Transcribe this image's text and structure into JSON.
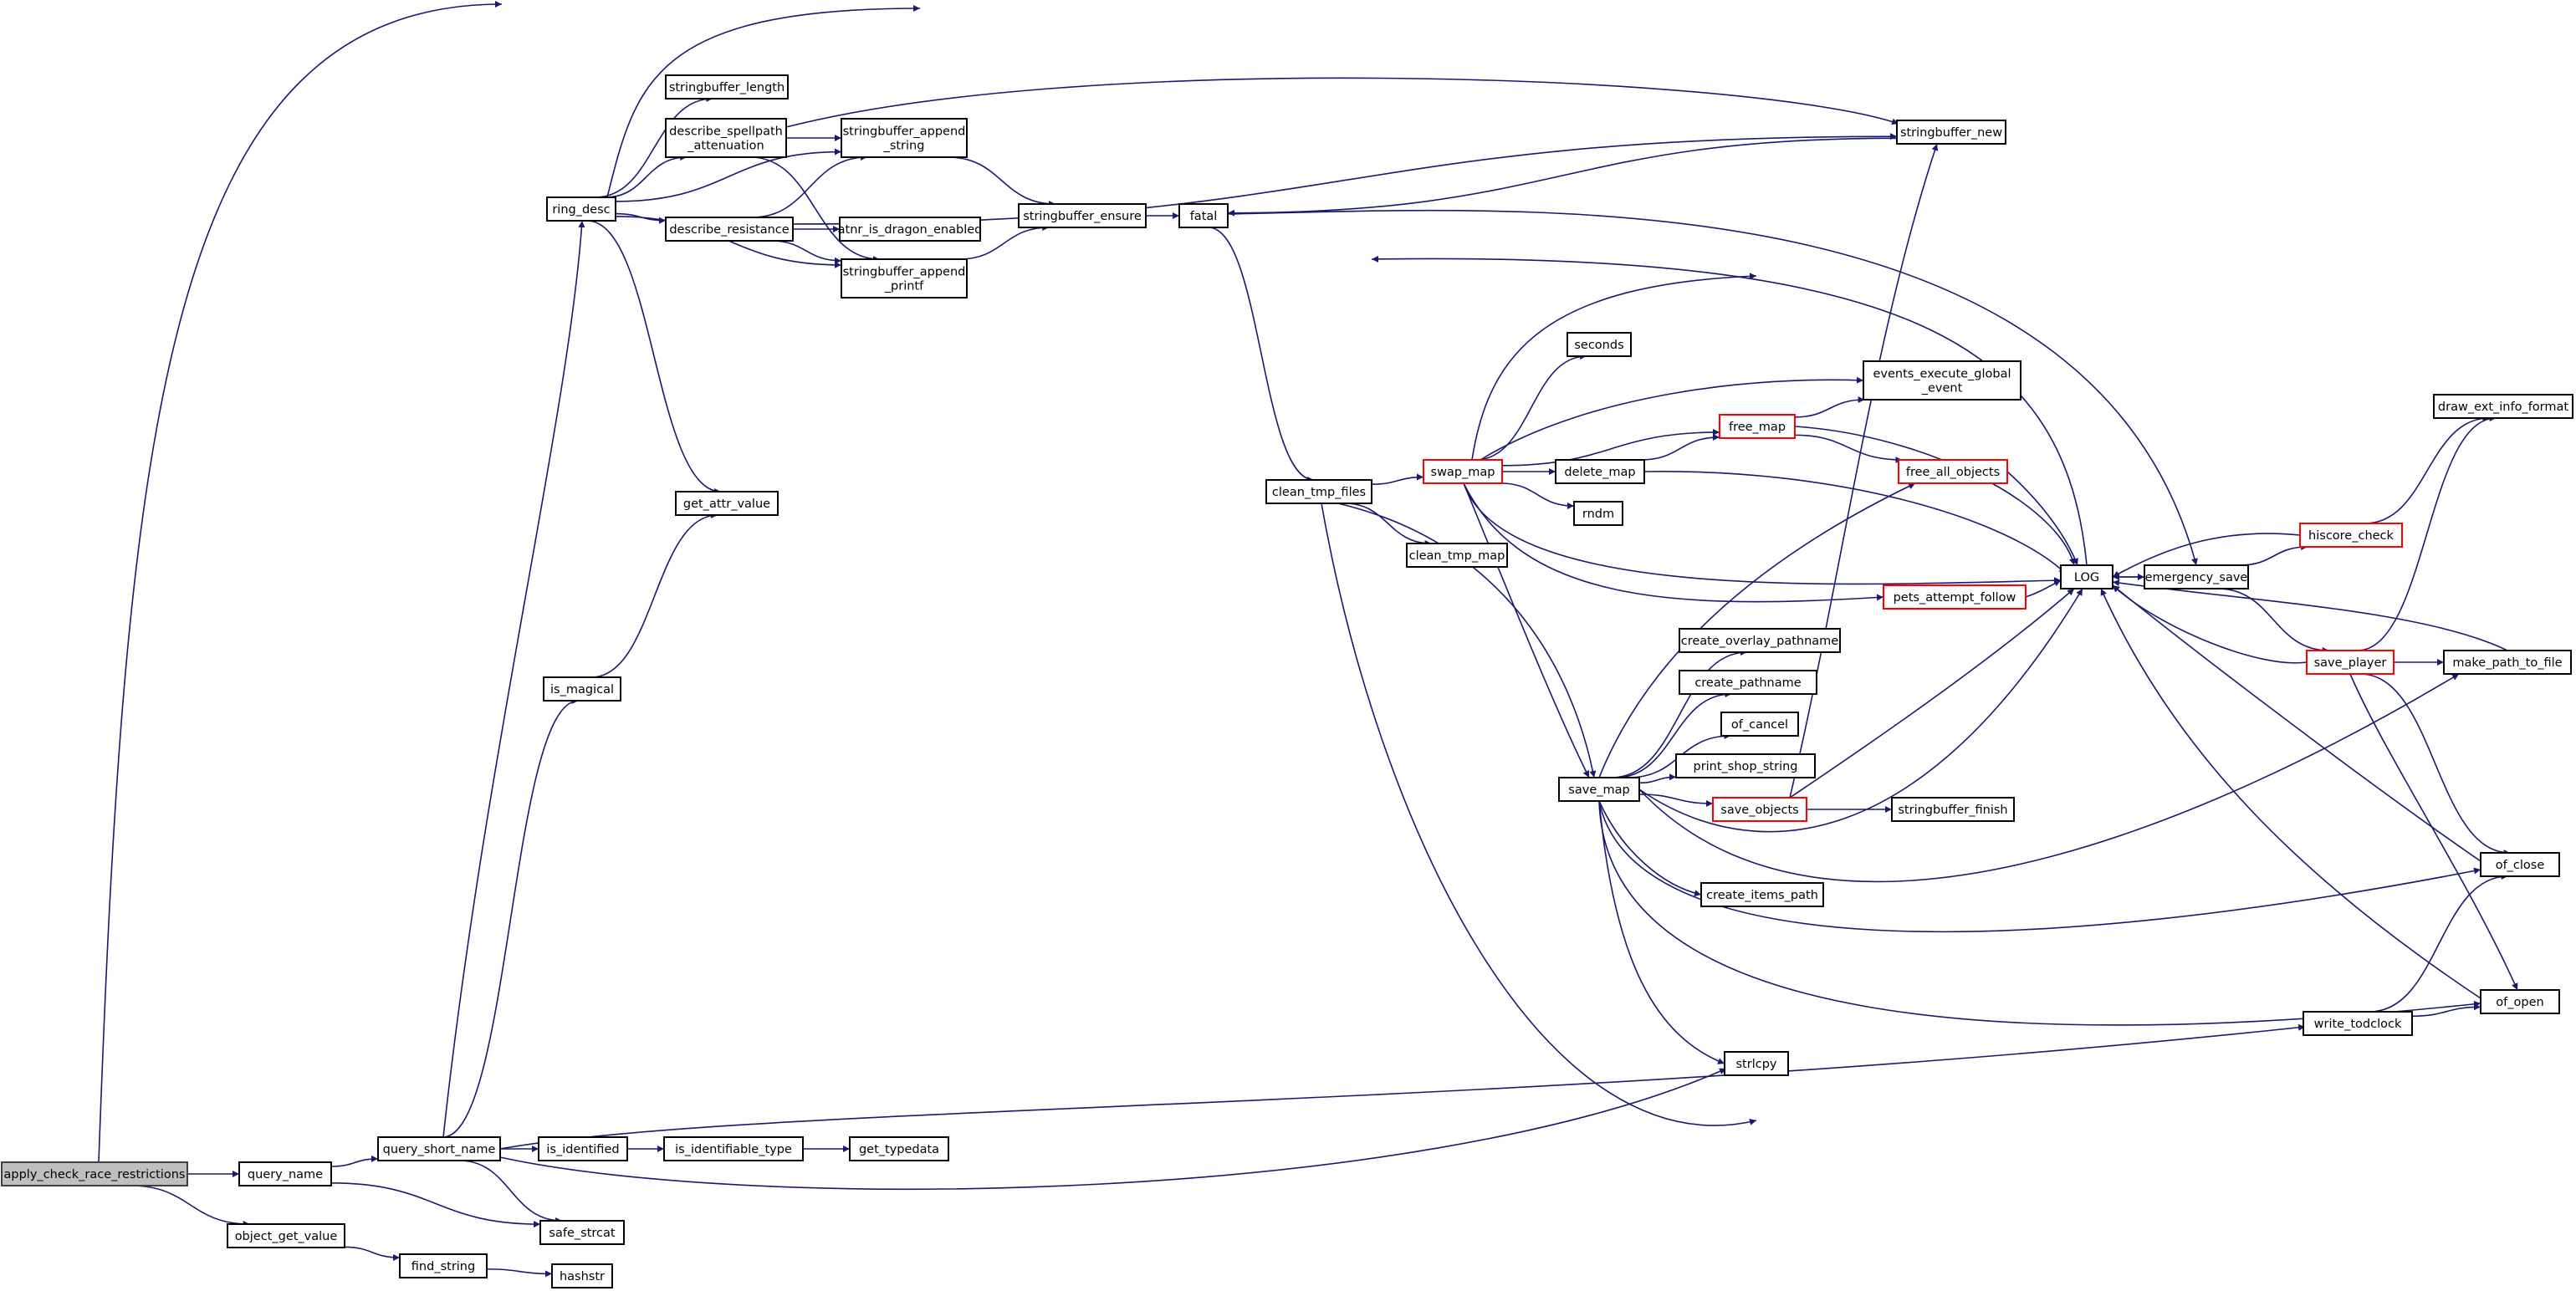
{
  "diagram": {
    "root": "apply_check_race_restrictions",
    "nodes": [
      {
        "id": "apply_check_race_restrictions",
        "lines": [
          "apply_check_race_restrictions"
        ],
        "root": true
      },
      {
        "id": "query_name",
        "lines": [
          "query_name"
        ]
      },
      {
        "id": "object_get_value",
        "lines": [
          "object_get_value"
        ]
      },
      {
        "id": "query_short_name",
        "lines": [
          "query_short_name"
        ]
      },
      {
        "id": "find_string",
        "lines": [
          "find_string"
        ]
      },
      {
        "id": "hashstr",
        "lines": [
          "hashstr"
        ]
      },
      {
        "id": "safe_strcat",
        "lines": [
          "safe_strcat"
        ]
      },
      {
        "id": "is_identified",
        "lines": [
          "is_identified"
        ]
      },
      {
        "id": "is_identifiable_type",
        "lines": [
          "is_identifiable_type"
        ]
      },
      {
        "id": "get_typedata",
        "lines": [
          "get_typedata"
        ]
      },
      {
        "id": "is_magical",
        "lines": [
          "is_magical"
        ]
      },
      {
        "id": "get_attr_value",
        "lines": [
          "get_attr_value"
        ]
      },
      {
        "id": "ring_desc",
        "lines": [
          "ring_desc"
        ]
      },
      {
        "id": "stringbuffer_length",
        "lines": [
          "stringbuffer_length"
        ]
      },
      {
        "id": "describe_spellpath_attenuation",
        "lines": [
          "describe_spellpath",
          "_attenuation"
        ]
      },
      {
        "id": "describe_resistance",
        "lines": [
          "describe_resistance"
        ]
      },
      {
        "id": "stringbuffer_append_string",
        "lines": [
          "stringbuffer_append",
          "_string"
        ]
      },
      {
        "id": "atnr_is_dragon_enabled",
        "lines": [
          "atnr_is_dragon_enabled"
        ]
      },
      {
        "id": "stringbuffer_append_printf",
        "lines": [
          "stringbuffer_append",
          "_printf"
        ]
      },
      {
        "id": "stringbuffer_ensure",
        "lines": [
          "stringbuffer_ensure"
        ]
      },
      {
        "id": "fatal",
        "lines": [
          "fatal"
        ]
      },
      {
        "id": "clean_tmp_files",
        "lines": [
          "clean_tmp_files"
        ]
      },
      {
        "id": "clean_tmp_map",
        "lines": [
          "clean_tmp_map"
        ]
      },
      {
        "id": "swap_map",
        "lines": [
          "swap_map"
        ],
        "red": true
      },
      {
        "id": "seconds",
        "lines": [
          "seconds"
        ]
      },
      {
        "id": "delete_map",
        "lines": [
          "delete_map"
        ]
      },
      {
        "id": "rndm",
        "lines": [
          "rndm"
        ]
      },
      {
        "id": "free_map",
        "lines": [
          "free_map"
        ],
        "red": true
      },
      {
        "id": "free_all_objects",
        "lines": [
          "free_all_objects"
        ],
        "red": true
      },
      {
        "id": "events_execute_global_event",
        "lines": [
          "events_execute_global",
          "_event"
        ]
      },
      {
        "id": "stringbuffer_new",
        "lines": [
          "stringbuffer_new"
        ]
      },
      {
        "id": "save_map",
        "lines": [
          "save_map"
        ]
      },
      {
        "id": "create_overlay_pathname",
        "lines": [
          "create_overlay_pathname"
        ]
      },
      {
        "id": "create_pathname",
        "lines": [
          "create_pathname"
        ]
      },
      {
        "id": "of_cancel",
        "lines": [
          "of_cancel"
        ]
      },
      {
        "id": "print_shop_string",
        "lines": [
          "print_shop_string"
        ]
      },
      {
        "id": "save_objects",
        "lines": [
          "save_objects"
        ],
        "red": true
      },
      {
        "id": "stringbuffer_finish",
        "lines": [
          "stringbuffer_finish"
        ]
      },
      {
        "id": "create_items_path",
        "lines": [
          "create_items_path"
        ]
      },
      {
        "id": "strlcpy",
        "lines": [
          "strlcpy"
        ]
      },
      {
        "id": "pets_attempt_follow",
        "lines": [
          "pets_attempt_follow"
        ],
        "red": true
      },
      {
        "id": "LOG",
        "lines": [
          "LOG"
        ]
      },
      {
        "id": "emergency_save",
        "lines": [
          "emergency_save"
        ]
      },
      {
        "id": "hiscore_check",
        "lines": [
          "hiscore_check"
        ],
        "red": true
      },
      {
        "id": "save_player",
        "lines": [
          "save_player"
        ],
        "red": true
      },
      {
        "id": "make_path_to_file",
        "lines": [
          "make_path_to_file"
        ]
      },
      {
        "id": "draw_ext_info_format",
        "lines": [
          "draw_ext_info_format"
        ]
      },
      {
        "id": "of_close",
        "lines": [
          "of_close"
        ]
      },
      {
        "id": "of_open",
        "lines": [
          "of_open"
        ]
      },
      {
        "id": "write_todclock",
        "lines": [
          "write_todclock"
        ]
      }
    ],
    "edges": [
      [
        "apply_check_race_restrictions",
        "query_name"
      ],
      [
        "apply_check_race_restrictions",
        "object_get_value"
      ],
      [
        "apply_check_race_restrictions",
        "draw_ext_info_format"
      ],
      [
        "query_name",
        "query_short_name"
      ],
      [
        "query_name",
        "safe_strcat"
      ],
      [
        "object_get_value",
        "find_string"
      ],
      [
        "find_string",
        "hashstr"
      ],
      [
        "query_short_name",
        "is_identified"
      ],
      [
        "query_short_name",
        "safe_strcat"
      ],
      [
        "query_short_name",
        "is_magical"
      ],
      [
        "query_short_name",
        "ring_desc"
      ],
      [
        "query_short_name",
        "strlcpy"
      ],
      [
        "query_short_name",
        "write_todclock"
      ],
      [
        "is_identified",
        "is_identifiable_type"
      ],
      [
        "is_identifiable_type",
        "get_typedata"
      ],
      [
        "is_magical",
        "get_attr_value"
      ],
      [
        "ring_desc",
        "stringbuffer_length"
      ],
      [
        "ring_desc",
        "describe_spellpath_attenuation"
      ],
      [
        "ring_desc",
        "describe_resistance"
      ],
      [
        "ring_desc",
        "stringbuffer_append_string"
      ],
      [
        "ring_desc",
        "stringbuffer_append_printf"
      ],
      [
        "ring_desc",
        "get_attr_value"
      ],
      [
        "ring_desc",
        "stringbuffer_new"
      ],
      [
        "describe_spellpath_attenuation",
        "stringbuffer_append_string"
      ],
      [
        "describe_spellpath_attenuation",
        "stringbuffer_append_printf"
      ],
      [
        "describe_spellpath_attenuation",
        "stringbuffer_new"
      ],
      [
        "describe_resistance",
        "stringbuffer_append_string"
      ],
      [
        "describe_resistance",
        "atnr_is_dragon_enabled"
      ],
      [
        "describe_resistance",
        "stringbuffer_append_printf"
      ],
      [
        "describe_resistance",
        "stringbuffer_new"
      ],
      [
        "stringbuffer_append_string",
        "stringbuffer_ensure"
      ],
      [
        "stringbuffer_append_printf",
        "stringbuffer_ensure"
      ],
      [
        "stringbuffer_ensure",
        "fatal"
      ],
      [
        "stringbuffer_new",
        "fatal"
      ],
      [
        "fatal",
        "clean_tmp_files"
      ],
      [
        "fatal",
        "emergency_save"
      ],
      [
        "clean_tmp_files",
        "swap_map"
      ],
      [
        "clean_tmp_files",
        "clean_tmp_map"
      ],
      [
        "clean_tmp_files",
        "save_map"
      ],
      [
        "clean_tmp_files",
        "stringbuffer_finish"
      ],
      [
        "swap_map",
        "seconds"
      ],
      [
        "swap_map",
        "delete_map"
      ],
      [
        "swap_map",
        "rndm"
      ],
      [
        "swap_map",
        "free_map"
      ],
      [
        "swap_map",
        "events_execute_global_event"
      ],
      [
        "swap_map",
        "save_map"
      ],
      [
        "swap_map",
        "pets_attempt_follow"
      ],
      [
        "swap_map",
        "LOG"
      ],
      [
        "swap_map",
        "draw_ext_info_format"
      ],
      [
        "delete_map",
        "free_map"
      ],
      [
        "delete_map",
        "LOG"
      ],
      [
        "free_map",
        "free_all_objects"
      ],
      [
        "free_map",
        "events_execute_global_event"
      ],
      [
        "free_map",
        "LOG"
      ],
      [
        "free_all_objects",
        "LOG"
      ],
      [
        "pets_attempt_follow",
        "LOG"
      ],
      [
        "save_map",
        "create_overlay_pathname"
      ],
      [
        "save_map",
        "create_pathname"
      ],
      [
        "save_map",
        "of_cancel"
      ],
      [
        "save_map",
        "print_shop_string"
      ],
      [
        "save_map",
        "save_objects"
      ],
      [
        "save_map",
        "create_items_path"
      ],
      [
        "save_map",
        "strlcpy"
      ],
      [
        "save_map",
        "free_all_objects"
      ],
      [
        "save_map",
        "LOG"
      ],
      [
        "save_map",
        "make_path_to_file"
      ],
      [
        "save_map",
        "of_close"
      ],
      [
        "save_map",
        "of_open"
      ],
      [
        "save_objects",
        "stringbuffer_finish"
      ],
      [
        "save_objects",
        "stringbuffer_new"
      ],
      [
        "save_objects",
        "LOG"
      ],
      [
        "LOG",
        "clean_tmp_files"
      ],
      [
        "LOG",
        "emergency_save"
      ],
      [
        "emergency_save",
        "LOG"
      ],
      [
        "emergency_save",
        "hiscore_check"
      ],
      [
        "emergency_save",
        "save_player"
      ],
      [
        "hiscore_check",
        "LOG"
      ],
      [
        "hiscore_check",
        "draw_ext_info_format"
      ],
      [
        "save_player",
        "LOG"
      ],
      [
        "save_player",
        "make_path_to_file"
      ],
      [
        "save_player",
        "draw_ext_info_format"
      ],
      [
        "save_player",
        "of_close"
      ],
      [
        "save_player",
        "of_open"
      ],
      [
        "make_path_to_file",
        "LOG"
      ],
      [
        "of_close",
        "LOG"
      ],
      [
        "of_open",
        "LOG"
      ],
      [
        "write_todclock",
        "of_close"
      ],
      [
        "write_todclock",
        "of_open"
      ]
    ]
  }
}
